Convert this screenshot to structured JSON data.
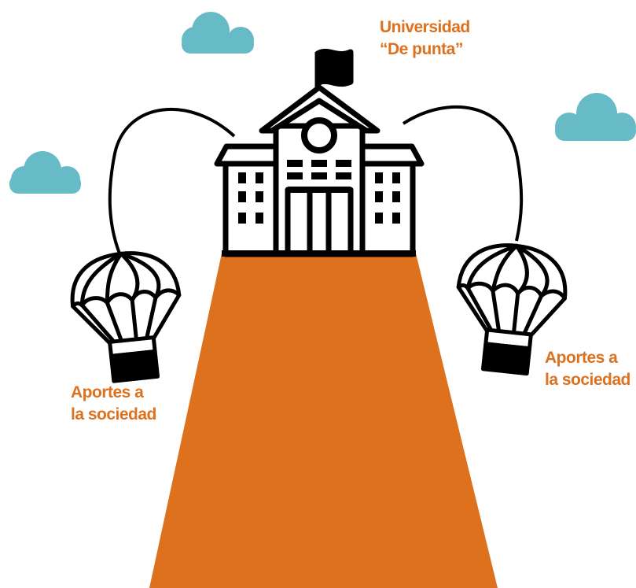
{
  "colors": {
    "accent": "#dd711e",
    "cloud": "#67bbc6",
    "ink": "#000000",
    "background": "#ffffff"
  },
  "labels": {
    "university_line1": "Universidad",
    "university_line2": "“De punta”",
    "left_line1": "Aportes a",
    "left_line2": "la sociedad",
    "right_line1": "Aportes a",
    "right_line2": "la sociedad"
  },
  "icons": {
    "building": "university-building-icon",
    "flag": "flag-icon",
    "parachute": "parachute-icon",
    "cloud": "cloud-icon"
  }
}
